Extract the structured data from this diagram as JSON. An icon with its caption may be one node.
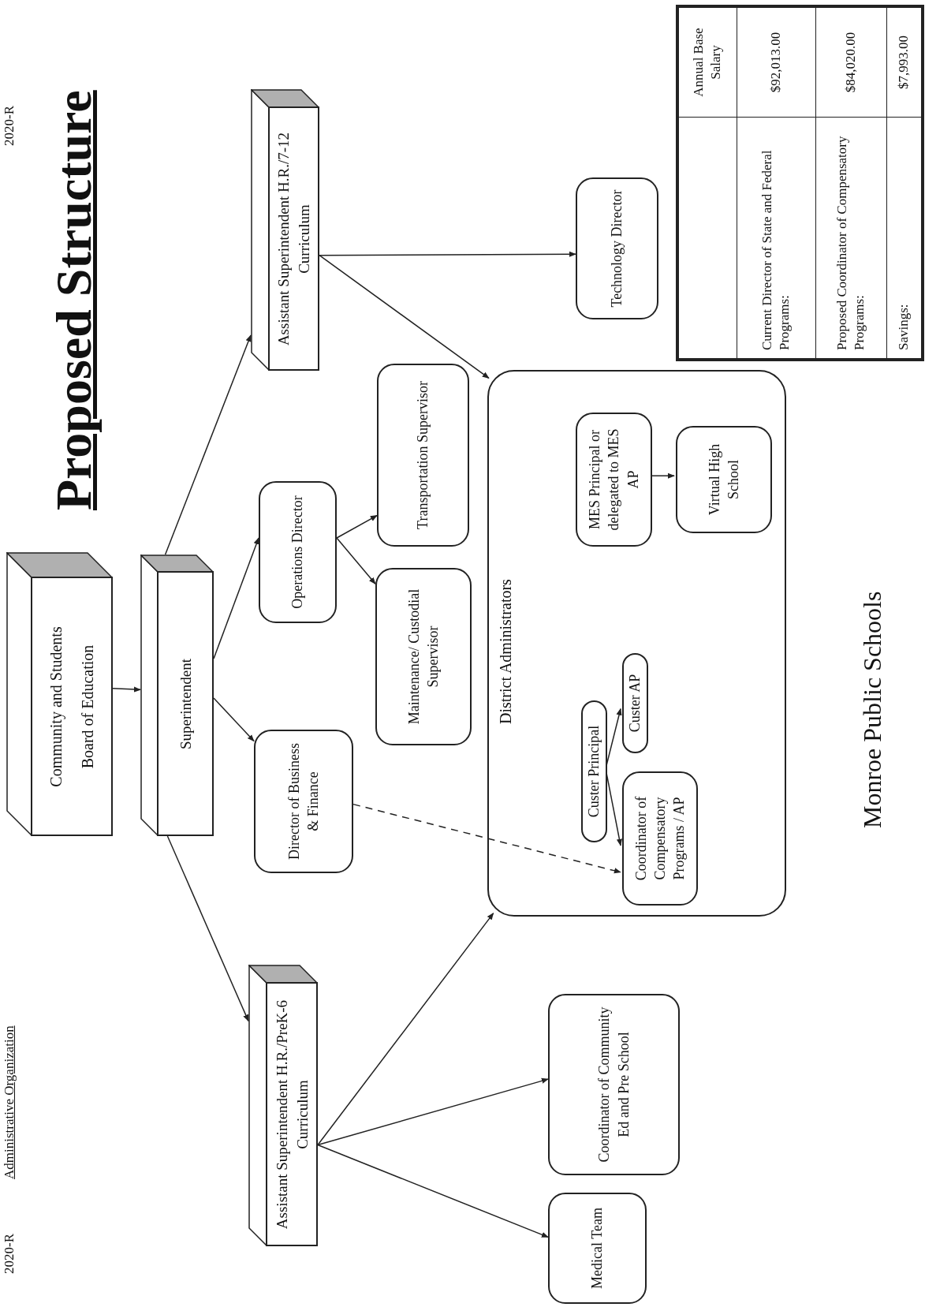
{
  "diagram": {
    "title": "Proposed Structure",
    "nodes": [
      {
        "text": [
          "Community and Students",
          "Board of Education"
        ]
      },
      {
        "text": [
          "Superintendent"
        ]
      },
      {
        "text": [
          "Assistant Superintendent H.R./PreK-6 Curriculum"
        ]
      },
      {
        "text": [
          "Director of Business & Finance"
        ]
      },
      {
        "text": [
          "Operations Director"
        ]
      },
      {
        "text": [
          "Assistant Superintendent H.R./7-12 Curriculum"
        ]
      },
      {
        "text": [
          "Maintenance/ Custodial Supervisor"
        ]
      },
      {
        "text": [
          "Transportation Supervisor"
        ]
      },
      {
        "text": [
          "Medical Team"
        ]
      },
      {
        "text": [
          "Coordinator of Community Ed and Pre School"
        ]
      },
      {
        "text": [
          "District Administrators"
        ]
      },
      {
        "text": [
          "Custer Principal"
        ],
        "in": 10
      },
      {
        "text": [
          "Custer AP"
        ],
        "in": 10
      },
      {
        "text": [
          "Coordinator of Compensatory Programs / AP"
        ],
        "in": 10
      },
      {
        "text": [
          "MES Principal or delegated to MES AP"
        ],
        "in": 10
      },
      {
        "text": [
          "Virtual High School"
        ],
        "in": 10
      },
      {
        "text": [
          "Technology Director"
        ]
      }
    ],
    "edges": [
      {
        "from": 0,
        "to": 1,
        "arrow": "to"
      },
      {
        "from": 1,
        "to": 2,
        "arrow": "to"
      },
      {
        "from": 1,
        "to": 3,
        "arrow": "to"
      },
      {
        "from": 1,
        "to": 4,
        "arrow": "to"
      },
      {
        "from": 1,
        "to": 5,
        "arrow": "to"
      },
      {
        "from": 4,
        "to": 7,
        "arrow": "to"
      },
      {
        "from": 4,
        "to": 6,
        "arrow": "to"
      },
      {
        "from": 5,
        "to": 16,
        "arrow": "to"
      },
      {
        "from": 5,
        "to": 10,
        "arrow": "to"
      },
      {
        "from": 2,
        "to": 10,
        "arrow": "to"
      },
      {
        "from": 2,
        "to": 9,
        "arrow": "to"
      },
      {
        "from": 2,
        "to": 8,
        "arrow": "to"
      },
      {
        "from": 3,
        "to": 13,
        "arrow": "to",
        "style": "dashed"
      },
      {
        "from": 11,
        "to": 12,
        "arrow": "to"
      },
      {
        "from": 11,
        "to": 13,
        "arrow": "to"
      },
      {
        "from": 14,
        "to": 15,
        "arrow": "to"
      }
    ],
    "labels": [
      "2020-R",
      "Administrative Organization",
      "2020-R",
      "Annual Base Salary",
      "Current Director of State and Federal Programs:",
      "$92,013.00",
      "Proposed Coordinator of Compensatory Programs:",
      "$84,020.00",
      "Savings:",
      "$7,993.00",
      "Monroe Public Schools"
    ]
  }
}
